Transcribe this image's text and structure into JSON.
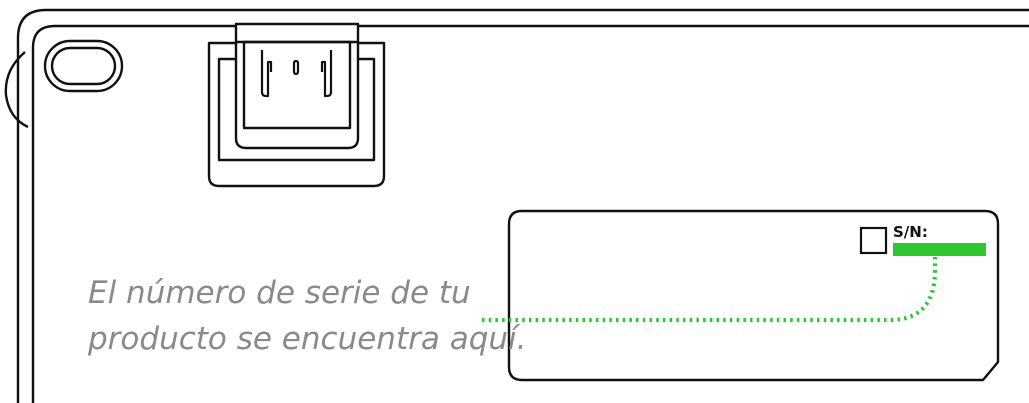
{
  "caption": {
    "line1": "El número de serie de tu",
    "line2": "producto se encuentra aquí."
  },
  "label": {
    "sn_text": "S/N:"
  },
  "colors": {
    "outline": "#111111",
    "caption_text": "#8a8a8a",
    "highlight": "#2fc72f",
    "background": "#ffffff"
  }
}
